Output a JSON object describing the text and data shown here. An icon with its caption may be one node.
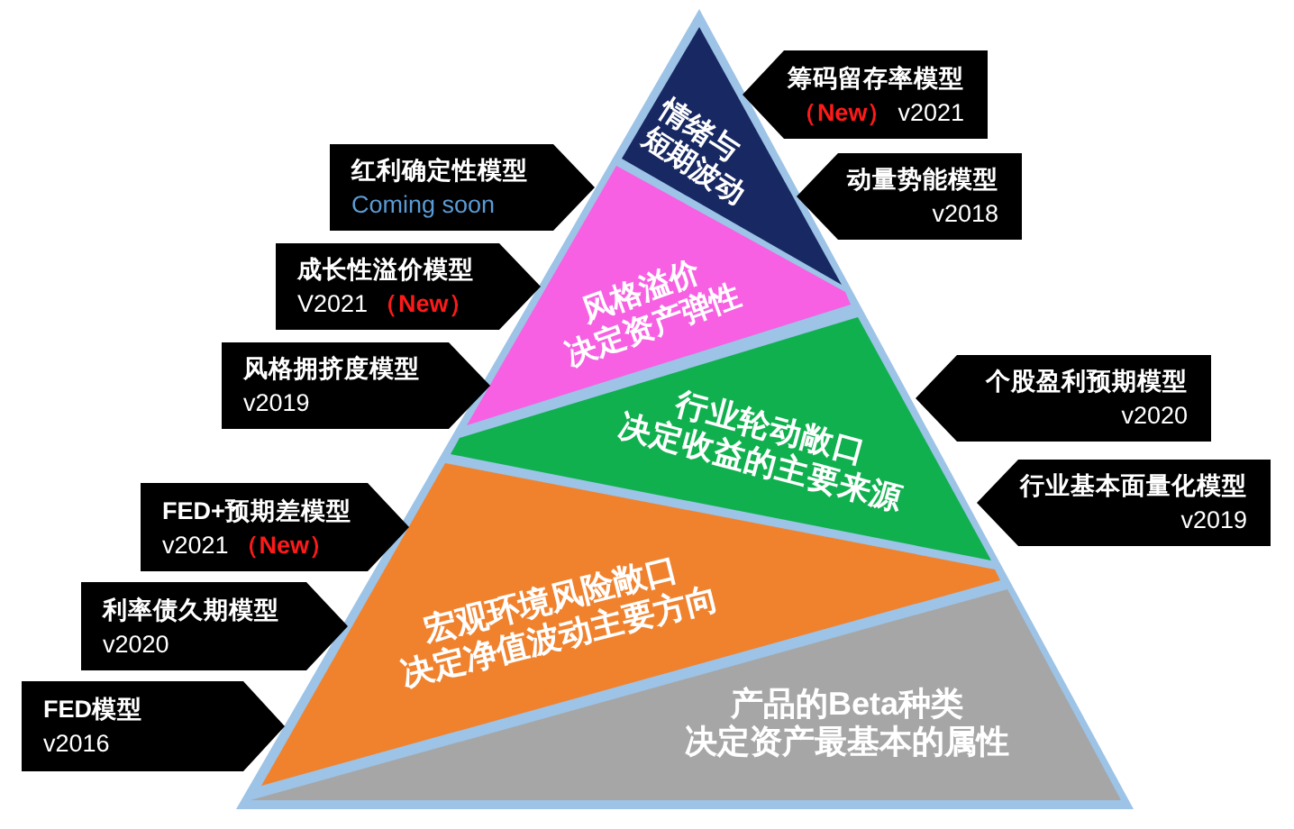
{
  "diagram": {
    "nodes": [
      {
        "text": [
          "情绪与短期波动"
        ]
      },
      {
        "text": [
          "风格溢价决定资产弹性"
        ]
      },
      {
        "text": [
          "行业轮动敞口决定收益的主要来源"
        ]
      },
      {
        "text": [
          "宏观环境风险敞口决定净值波动主要方向"
        ]
      },
      {
        "text": [
          "产品的Beta种类决定资产最基本的属性"
        ]
      },
      {
        "text": [
          "筹码留存率模型",
          "（New）",
          "v2021"
        ]
      },
      {
        "text": [
          "动量势能模型",
          "v2018"
        ]
      },
      {
        "text": [
          "个股盈利预期模型",
          "v2020"
        ]
      },
      {
        "text": [
          "行业基本面量化模型",
          "v2019"
        ]
      },
      {
        "text": [
          "红利确定性模型",
          "Coming soon"
        ]
      },
      {
        "text": [
          "成长性溢价模型",
          "V2021",
          "（New）"
        ]
      },
      {
        "text": [
          "风格拥挤度模型",
          "v2019"
        ]
      },
      {
        "text": [
          "FED+预期差模型",
          "v2021",
          "（New）"
        ]
      },
      {
        "text": [
          "利率债久期模型",
          "v2020"
        ]
      },
      {
        "text": [
          "FED模型",
          "v2016"
        ]
      }
    ]
  }
}
